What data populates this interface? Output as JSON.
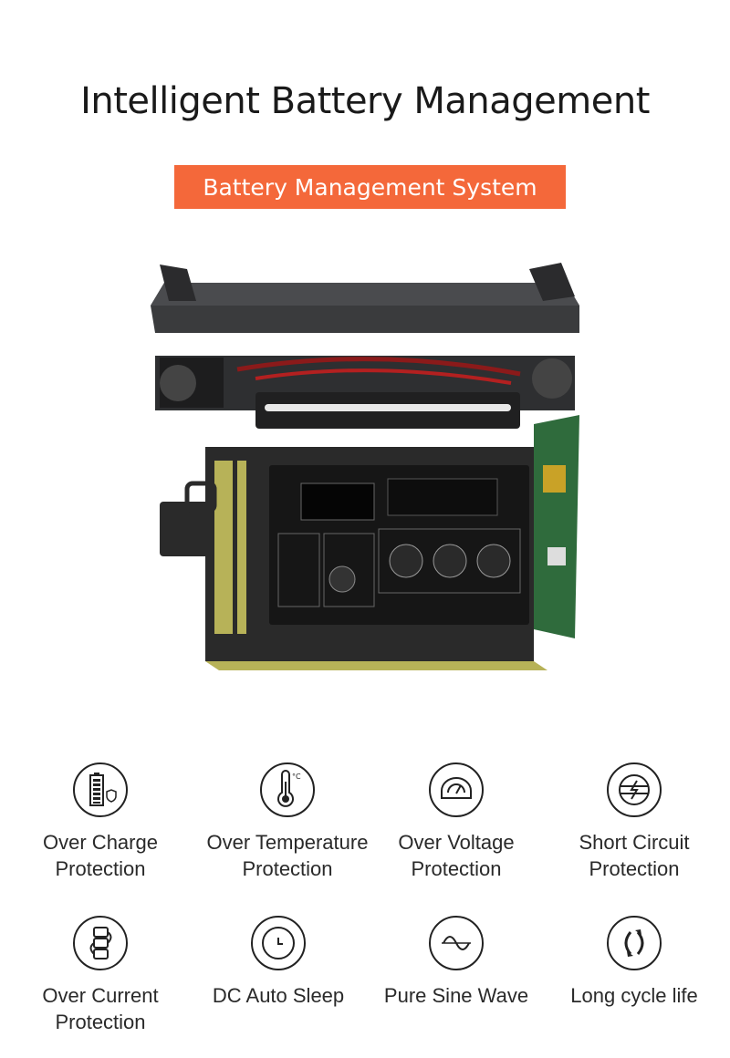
{
  "header": {
    "title": "Intelligent Battery Management",
    "badge": "Battery Management System",
    "badge_color": "#f4683a"
  },
  "features": [
    {
      "icon": "battery-shield-icon",
      "line1": "Over Charge",
      "line2": "Protection"
    },
    {
      "icon": "thermometer-icon",
      "line1": "Over Temperature",
      "line2": "Protection"
    },
    {
      "icon": "gauge-icon",
      "line1": "Over Voltage",
      "line2": "Protection"
    },
    {
      "icon": "short-circuit-icon",
      "line1": "Short Circuit",
      "line2": "Protection"
    },
    {
      "icon": "current-blocks-icon",
      "line1": "Over Current",
      "line2": "Protection"
    },
    {
      "icon": "clock-icon",
      "line1": "DC Auto Sleep",
      "line2": ""
    },
    {
      "icon": "sine-wave-icon",
      "line1": "Pure Sine Wave",
      "line2": ""
    },
    {
      "icon": "cycle-arrows-icon",
      "line1": "Long cycle life",
      "line2": ""
    }
  ]
}
